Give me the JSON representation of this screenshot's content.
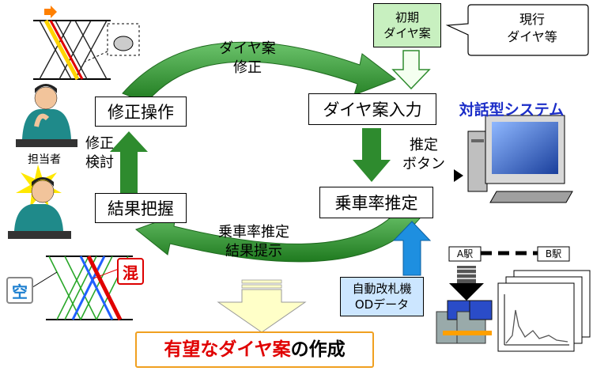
{
  "boxes": {
    "syusei_sousa": "修正操作",
    "kekka_haaku": "結果把握",
    "daiya_nyuryoku": "ダイヤ案入力",
    "jousha_suitei": "乗車率推定",
    "shoki_l1": "初期",
    "shoki_l2": "ダイヤ案",
    "jido_l1": "自動改札機",
    "jido_l2": "ODデータ"
  },
  "callout": {
    "l1": "現行",
    "l2": "ダイヤ等"
  },
  "labels": {
    "daiya_syusei_l1": "ダイヤ案",
    "daiya_syusei_l2": "修正",
    "syusei_kento_l1": "修正",
    "syusei_kento_l2": "検討",
    "suitei_button_l1": "推定",
    "suitei_button_l2": "ボタン",
    "kekka_teiji_l1": "乗車率推定",
    "kekka_teiji_l2": "結果提示",
    "tantousha": "担当者",
    "system": "対話型システム",
    "a_station": "A駅",
    "b_station": "B駅",
    "kara": "空",
    "kon": "混",
    "result_a": "有望な",
    "result_b": "ダイヤ案",
    "result_c": "の作成"
  },
  "colors": {
    "cycle_arrow": "#2e8b2e",
    "input_box": "#c8f0c0",
    "od_box": "#cce6ff",
    "blue_arrow": "#1e8fe0",
    "system_text": "#1c2ec8",
    "result_red": "#e00000",
    "result_border": "#f0a020",
    "yellow_arrow": "#ffffc8"
  }
}
